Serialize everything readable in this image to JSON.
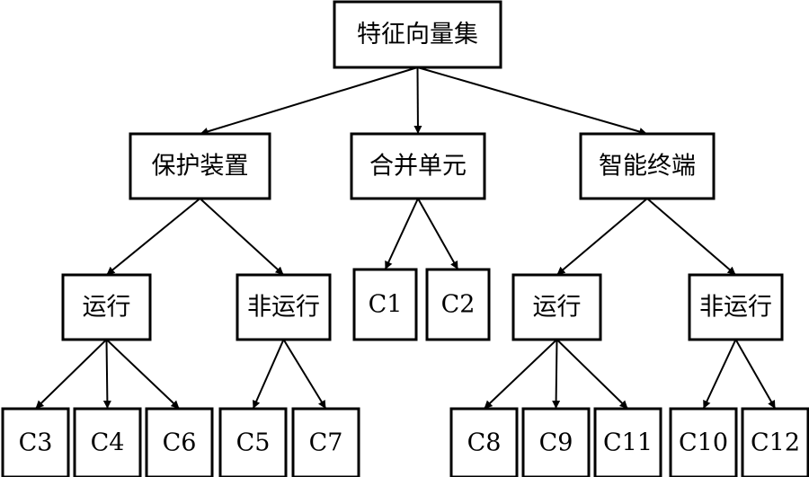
{
  "nodes": {
    "root": "特征向量集",
    "protection": "保护装置",
    "merging": "合并单元",
    "terminal": "智能终端",
    "prot_running": "运行",
    "prot_nonrunning": "非运行",
    "c1": "C1",
    "c2": "C2",
    "term_running": "运行",
    "term_nonrunning": "非运行",
    "c3": "C3",
    "c4": "C4",
    "c6": "C6",
    "c5": "C5",
    "c7": "C7",
    "c8": "C8",
    "c9": "C9",
    "c11": "C11",
    "c10": "C10",
    "c12": "C12"
  },
  "edges": [
    [
      "root",
      "protection"
    ],
    [
      "root",
      "merging"
    ],
    [
      "root",
      "terminal"
    ],
    [
      "protection",
      "prot_running"
    ],
    [
      "protection",
      "prot_nonrunning"
    ],
    [
      "merging",
      "c1"
    ],
    [
      "merging",
      "c2"
    ],
    [
      "terminal",
      "term_running"
    ],
    [
      "terminal",
      "term_nonrunning"
    ],
    [
      "prot_running",
      "c3"
    ],
    [
      "prot_running",
      "c4"
    ],
    [
      "prot_running",
      "c6"
    ],
    [
      "prot_nonrunning",
      "c5"
    ],
    [
      "prot_nonrunning",
      "c7"
    ],
    [
      "term_running",
      "c8"
    ],
    [
      "term_running",
      "c9"
    ],
    [
      "term_running",
      "c11"
    ],
    [
      "term_nonrunning",
      "c10"
    ],
    [
      "term_nonrunning",
      "c12"
    ]
  ]
}
